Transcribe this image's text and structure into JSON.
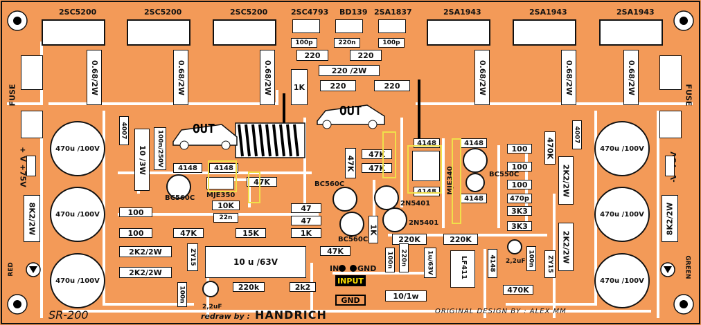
{
  "transistors_top": [
    "2SC5200",
    "2SC5200",
    "2SC5200",
    "2SC4793",
    "BD139",
    "2SA1837",
    "2SA1943",
    "2SA1943",
    "2SA1943"
  ],
  "emitter_resistors": [
    "0.68/2W",
    "0.68/2W",
    "0.68/2W",
    "0.68/2W",
    "0.68/2W",
    "0.68/2W"
  ],
  "caps_top": [
    "100p",
    "220n",
    "100p"
  ],
  "resistors_upper": [
    "220",
    "220",
    "220 /2W",
    "220",
    "220"
  ],
  "trimmer": "1K",
  "output_labels": [
    "OUT",
    "OUT"
  ],
  "fuse_label": "FUSE",
  "big_caps": [
    "470u /100V",
    "470u /100V",
    "470u /100V",
    "470u /100V",
    "470u /100V",
    "470u /100V"
  ],
  "supply_plus": "+ V +75V",
  "supply_minus": "-V -75V",
  "bleeders": [
    "8K2/2W",
    "8K2/2W"
  ],
  "leds": {
    "red": "RED",
    "green": "GREEN"
  },
  "left_parts": {
    "diode": "4007",
    "r10": "10 /3W",
    "cap": "100n/250V",
    "d1": "4148",
    "d2": "4148",
    "q1": "BC560C",
    "q2": "MJE350",
    "r47k": "47K",
    "r10k": "10K",
    "c22n": "22n"
  },
  "left_resistors": [
    "100",
    "100",
    "47K",
    "15K",
    "1K",
    "2K2/2W",
    "2K2/2W",
    "47",
    "47"
  ],
  "zener_left": "ZY15",
  "cap_10u": "10 u /63V",
  "bottom_left": {
    "r220k": "220k",
    "r2k2": "2k2",
    "c100n": "100n",
    "c22": "2,2uF"
  },
  "mid_parts": {
    "r47k_a": "47K",
    "r47k_b": "47K",
    "r47k_c": "47K",
    "bc560_a": "BC560C",
    "bc560_b": "BC560C",
    "q2n_a": "2N5401",
    "q2n_b": "2N5401",
    "r1k": "1K",
    "r220k_a": "220K",
    "r220k_b": "220K",
    "r47k_d": "47K"
  },
  "right_mid": {
    "d1": "4148",
    "d2": "4148",
    "d3": "4148",
    "d4": "4148",
    "mje": "MJE340",
    "bc550": "BC550C",
    "r100a": "100",
    "r100b": "100",
    "r100c": "100",
    "c470p": "470p",
    "r3k3a": "3K3",
    "r3k3b": "3K3",
    "r470k": "470K",
    "r2k2a": "2K2/2W",
    "r2k2b": "2K2/2W",
    "diode": "4007"
  },
  "input_area": {
    "in": "IN",
    "gnd": "GND",
    "input": "INPUT",
    "gnd2": "GND",
    "c100n": "100n",
    "c220n": "220n",
    "c1u": "1u/63V",
    "chip": "LF411",
    "d4148": "4148",
    "c22": "2,2uF",
    "c100n_b": "100n",
    "zener": "ZY15",
    "r470k": "470K",
    "r10": "10/1w"
  },
  "footer": {
    "model": "SR-200",
    "redraw": "redraw by :",
    "author": "HANDRICH",
    "credit": "ORIGINAL DESIGN BY : ALEX MM"
  }
}
